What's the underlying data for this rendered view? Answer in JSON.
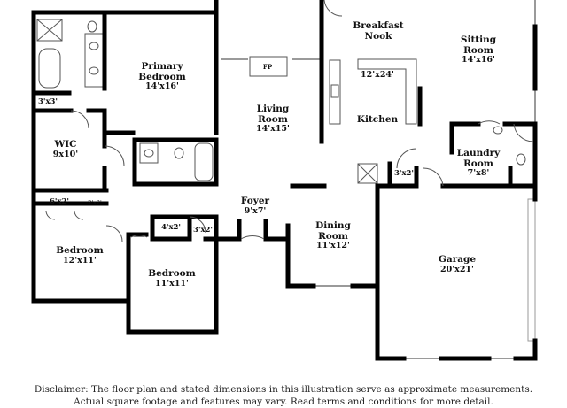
{
  "rooms": {
    "breakfast_nook": {
      "name": "Breakfast Nook"
    },
    "sitting_room": {
      "name": "Sitting Room",
      "dim": "14'x16'"
    },
    "primary_bedroom": {
      "name": "Primary Bedroom",
      "dim": "14'x16'"
    },
    "living_room": {
      "name": "Living Room",
      "dim": "14'x15'"
    },
    "kitchen": {
      "name": "Kitchen",
      "dim": "12'x24'"
    },
    "wic": {
      "name": "WIC",
      "dim": "9x10'"
    },
    "laundry_room": {
      "name": "Laundry Room",
      "dim": "7'x8'"
    },
    "foyer": {
      "name": "Foyer",
      "dim": "9'x7'"
    },
    "dining_room": {
      "name": "Dining Room",
      "dim": "11'x12'"
    },
    "bedroom_left": {
      "name": "Bedroom",
      "dim": "12'x11'"
    },
    "bedroom_center": {
      "name": "Bedroom",
      "dim": "11'x11'"
    },
    "garage": {
      "name": "Garage",
      "dim": "20'x21'"
    }
  },
  "closets": {
    "c3x3": "3'x3'",
    "c6x2": "6'x2'",
    "c2x2": "2'x2'",
    "c4x2": "4'x2'",
    "c3x2_center": "3'x2'",
    "c3x2_kitchen": "3'x2'"
  },
  "fireplace": "FP",
  "disclaimer": {
    "line1": "Disclaimer: The floor plan and stated dimensions in this illustration serve as approximate measurements.",
    "line2": "Actual square footage and features may vary. Read terms and conditions for more detail."
  },
  "colors": {
    "wall": "#000000",
    "window": "#9a9a9a",
    "fixture": "#555555"
  }
}
